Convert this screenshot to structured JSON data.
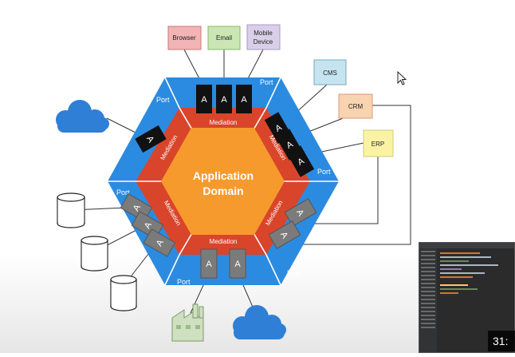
{
  "diagram": {
    "domain_line1": "Application",
    "domain_line2": "Domain",
    "mediation_label": "Mediation",
    "port_label": "Port",
    "adapter_label": "A",
    "external_systems": {
      "browser": "Browser",
      "email": "Email",
      "mobile_line1": "Mobile",
      "mobile_line2": "Device",
      "cms": "CMS",
      "crm": "CRM",
      "erp": "ERP"
    },
    "colors": {
      "port_blue": "#2b8be0",
      "mediation_red": "#d9452b",
      "domain_orange": "#f79a2d",
      "adapter_black": "#111111",
      "adapter_grey": "#7b7b7b",
      "browser_box": "#f2b4b4",
      "email_box": "#c9e6b4",
      "mobile_box": "#d9cfe8",
      "cms_box": "#c6e4f0",
      "crm_box": "#f8d4b0",
      "erp_box": "#fbf3a4",
      "cloud": "#2f7fd6",
      "database": "#ffffff",
      "factory": "#cfe0c0"
    }
  },
  "video_overlay": {
    "timestamp": "31:"
  }
}
